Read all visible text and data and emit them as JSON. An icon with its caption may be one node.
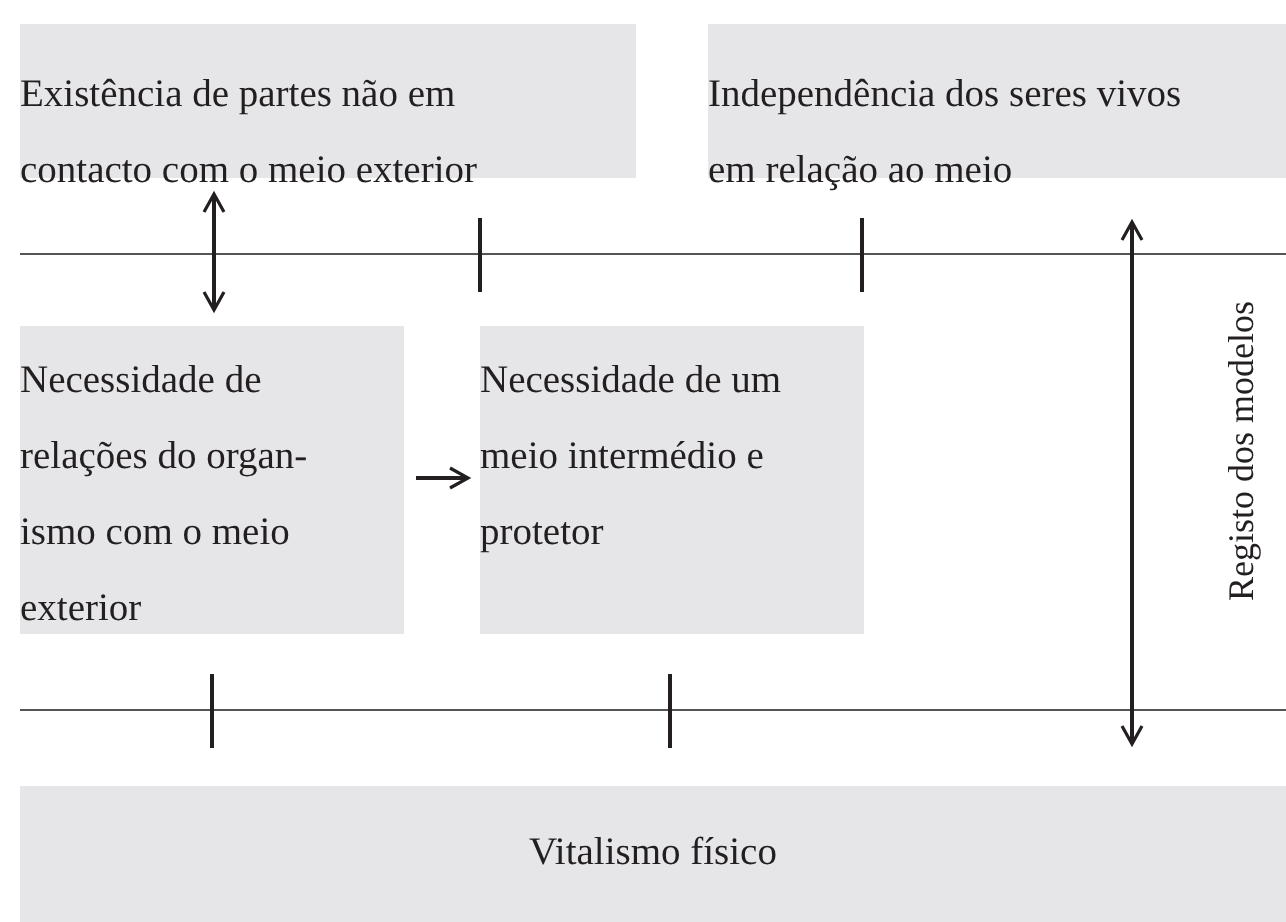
{
  "diagram": {
    "nodes": [
      {
        "text": [
          "Existência de partes não em contacto com o meio exterior"
        ]
      },
      {
        "text": [
          "Independência dos seres vivos em relação ao meio"
        ]
      },
      {
        "text": [
          "Necessidade de relações do organ- ismo com o meio exterior"
        ]
      },
      {
        "text": [
          "Necessidade de um meio intermédio e protetor"
        ]
      },
      {
        "text": [
          "Vitalismo físico"
        ]
      }
    ],
    "edges": [
      {
        "from": 0,
        "to": 2,
        "arrow": "both"
      },
      {
        "from": 2,
        "to": 3,
        "arrow": "to"
      },
      {
        "from": 1,
        "to": 4,
        "arrow": "both"
      }
    ],
    "labels": [
      "Registo dos modelos"
    ]
  }
}
